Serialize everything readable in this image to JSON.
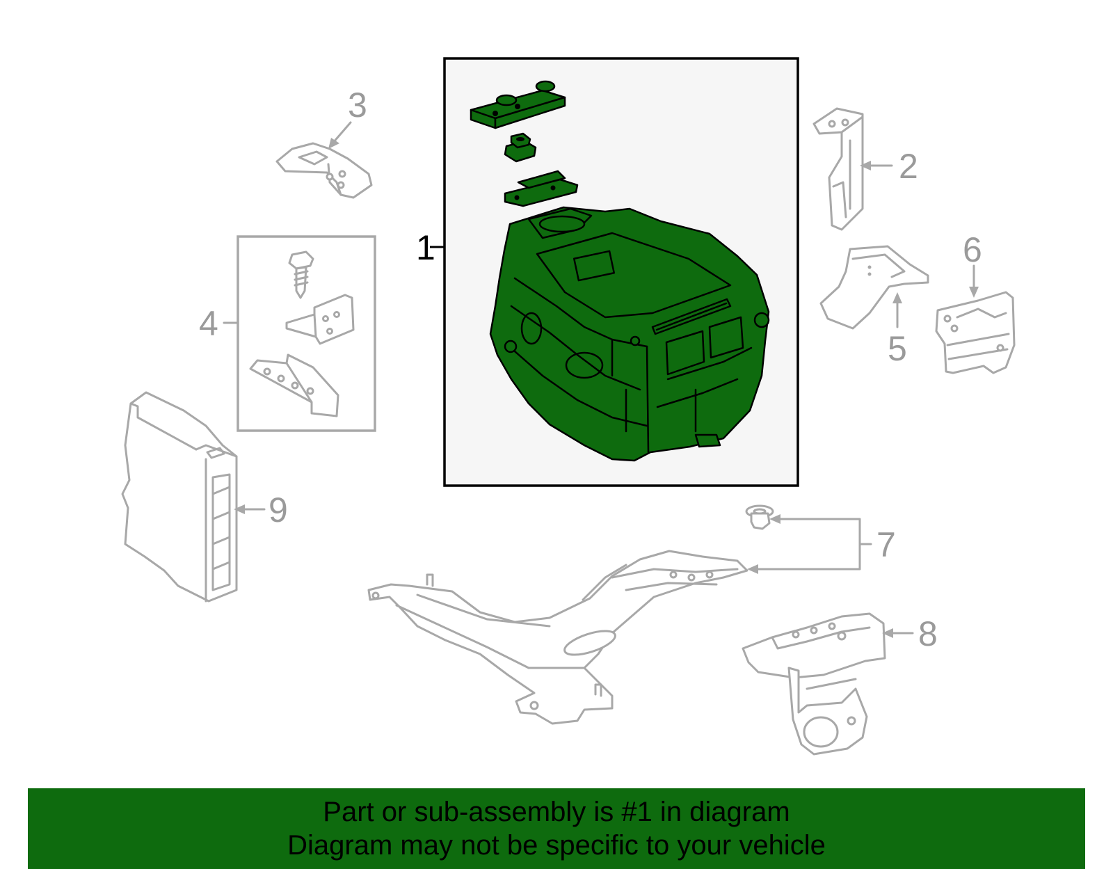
{
  "callouts": {
    "c1": "1",
    "c2": "2",
    "c3": "3",
    "c4": "4",
    "c5": "5",
    "c6": "6",
    "c7": "7",
    "c8": "8",
    "c9": "9"
  },
  "banner": {
    "line1": "Part or sub-assembly is #1 in diagram",
    "line2": "Diagram may not be specific to your vehicle"
  },
  "colors": {
    "highlight": "#0e6b0e",
    "outline_gray": "#a8a8a8",
    "callout_gray": "#9a9a9a",
    "main_box_bg": "#f6f6f6"
  }
}
